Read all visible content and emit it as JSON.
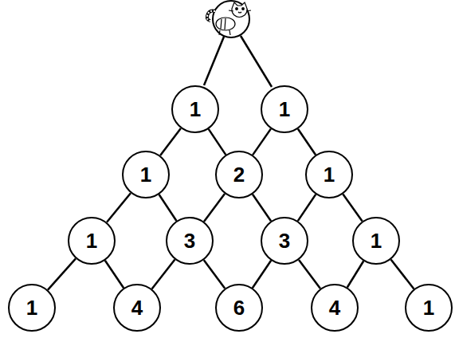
{
  "diagram": {
    "nodes": [
      {
        "text": [
          "1"
        ]
      },
      {
        "text": [
          "1"
        ]
      },
      {
        "text": [
          "1"
        ]
      },
      {
        "text": [
          "2"
        ]
      },
      {
        "text": [
          "1"
        ]
      },
      {
        "text": [
          "1"
        ]
      },
      {
        "text": [
          "3"
        ]
      },
      {
        "text": [
          "3"
        ]
      },
      {
        "text": [
          "1"
        ]
      },
      {
        "text": [
          "1"
        ]
      },
      {
        "text": [
          "4"
        ]
      },
      {
        "text": [
          "6"
        ]
      },
      {
        "text": [
          "4"
        ]
      },
      {
        "text": [
          "1"
        ]
      }
    ],
    "edges": [
      {
        "from": 0,
        "to": 2,
        "arrow": "none"
      },
      {
        "from": 0,
        "to": 3,
        "arrow": "none"
      },
      {
        "from": 1,
        "to": 3,
        "arrow": "none"
      },
      {
        "from": 1,
        "to": 4,
        "arrow": "none"
      },
      {
        "from": 2,
        "to": 5,
        "arrow": "none"
      },
      {
        "from": 2,
        "to": 6,
        "arrow": "none"
      },
      {
        "from": 3,
        "to": 6,
        "arrow": "none"
      },
      {
        "from": 3,
        "to": 7,
        "arrow": "none"
      },
      {
        "from": 4,
        "to": 7,
        "arrow": "none"
      },
      {
        "from": 4,
        "to": 8,
        "arrow": "none"
      },
      {
        "from": 5,
        "to": 9,
        "arrow": "none"
      },
      {
        "from": 5,
        "to": 10,
        "arrow": "none"
      },
      {
        "from": 6,
        "to": 10,
        "arrow": "none"
      },
      {
        "from": 6,
        "to": 11,
        "arrow": "none"
      },
      {
        "from": 7,
        "to": 11,
        "arrow": "none"
      },
      {
        "from": 7,
        "to": 12,
        "arrow": "none"
      },
      {
        "from": 8,
        "to": 12,
        "arrow": "none"
      },
      {
        "from": 8,
        "to": 13,
        "arrow": "none"
      }
    ]
  }
}
